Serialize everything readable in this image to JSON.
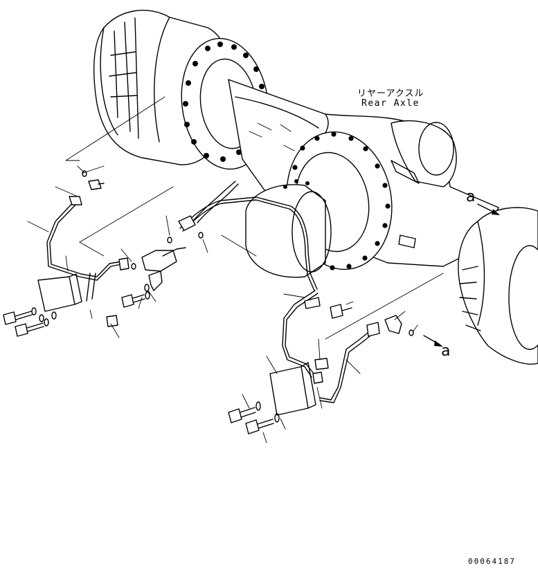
{
  "labels": {
    "rear_axle_jp": "リヤーアクスル",
    "rear_axle_en": "Rear Axle",
    "view_marker": "a",
    "drawing_number": "00064187"
  },
  "icons": [
    "bolt-icon",
    "washer-icon",
    "hose-fitting-icon",
    "brake-tube-icon",
    "bracket-icon",
    "clamp-icon",
    "arrow-icon"
  ]
}
